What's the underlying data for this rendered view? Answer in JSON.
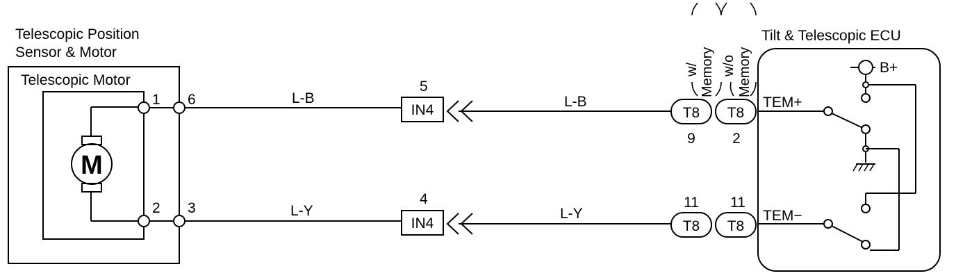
{
  "sensor_motor": {
    "title_line1": "Telescopic Position",
    "title_line2": "Sensor & Motor",
    "motor_label": "Telescopic Motor",
    "motor_symbol": "M",
    "pins": {
      "top_inner": "1",
      "top_outer": "6",
      "bottom_inner": "2",
      "bottom_outer": "3"
    }
  },
  "wires": {
    "top_left": "L-B",
    "top_right": "L-B",
    "bottom_left": "L-Y",
    "bottom_right": "L-Y"
  },
  "connectors": {
    "in4_top": {
      "label": "IN4",
      "pin": "5"
    },
    "in4_bottom": {
      "label": "IN4",
      "pin": "4"
    },
    "t8_w_top": {
      "label": "T8",
      "pin": "9"
    },
    "t8_wo_top": {
      "label": "T8",
      "pin": "2"
    },
    "t8_w_bottom": {
      "label": "T8",
      "pin": "11"
    },
    "t8_wo_bottom": {
      "label": "T8",
      "pin": "11"
    }
  },
  "options": {
    "w_line1": "w/",
    "w_line2": "Memory",
    "wo_line1": "w/o",
    "wo_line2": "Memory"
  },
  "ecu": {
    "title": "Tilt & Telescopic ECU",
    "terminal_plus": "TEM+",
    "terminal_minus": "TEM−",
    "power": "B+"
  }
}
